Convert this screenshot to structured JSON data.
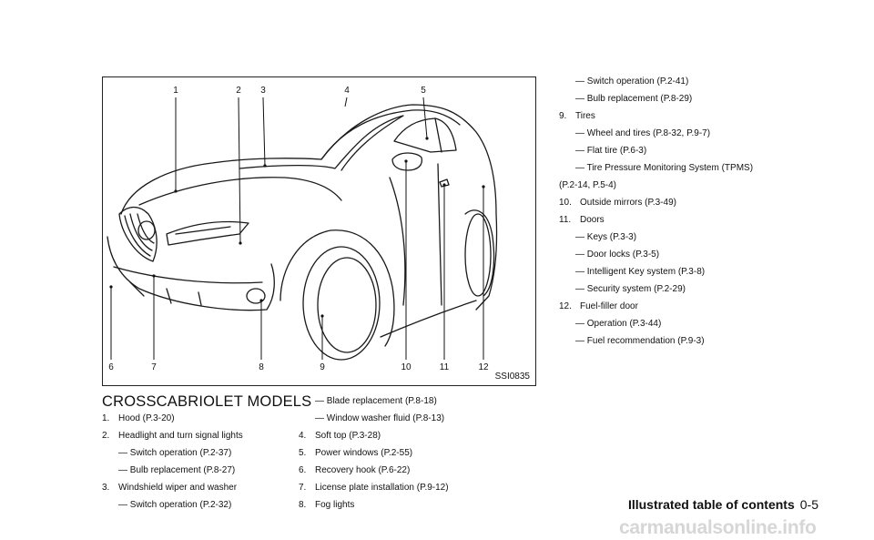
{
  "figure": {
    "code": "SSI0835",
    "callouts_top": [
      "1",
      "2",
      "3",
      "4",
      "5"
    ],
    "callouts_bottom": [
      "6",
      "7",
      "8",
      "9",
      "10",
      "11",
      "12"
    ]
  },
  "section": {
    "title": "CROSSCABRIOLET MODELS"
  },
  "col1": [
    {
      "num": "1.",
      "text": "Hood (P.3-20)"
    },
    {
      "num": "2.",
      "text": "Headlight and turn signal lights"
    },
    {
      "sub": "— Switch operation (P.2-37)"
    },
    {
      "sub": "— Bulb replacement (P.8-27)"
    },
    {
      "num": "3.",
      "text": "Windshield wiper and washer"
    },
    {
      "sub": "— Switch operation (P.2-32)"
    }
  ],
  "col2": [
    {
      "sub": "— Blade replacement (P.8-18)"
    },
    {
      "sub": "— Window washer fluid (P.8-13)"
    },
    {
      "num": "4.",
      "text": "Soft top (P.3-28)"
    },
    {
      "num": "5.",
      "text": "Power windows (P.2-55)"
    },
    {
      "num": "6.",
      "text": "Recovery hook (P.6-22)"
    },
    {
      "num": "7.",
      "text": "License plate installation (P.9-12)"
    },
    {
      "num": "8.",
      "text": "Fog lights"
    }
  ],
  "col3": [
    {
      "sub": "— Switch operation (P.2-41)"
    },
    {
      "sub": "— Bulb replacement (P.8-29)"
    },
    {
      "num": "9.",
      "text": "Tires"
    },
    {
      "sub": "— Wheel and tires (P.8-32, P.9-7)"
    },
    {
      "sub": "— Flat tire (P.6-3)"
    },
    {
      "sub": "— Tire Pressure Monitoring System (TPMS)"
    },
    {
      "cont": "(P.2-14, P.5-4)"
    },
    {
      "num": "10.",
      "text": "Outside mirrors (P.3-49)"
    },
    {
      "num": "11.",
      "text": "Doors"
    },
    {
      "sub": "— Keys (P.3-3)"
    },
    {
      "sub": "— Door locks (P.3-5)"
    },
    {
      "sub": "— Intelligent Key system (P.3-8)"
    },
    {
      "sub": "— Security system (P.2-29)"
    },
    {
      "num": "12.",
      "text": "Fuel-filler door"
    },
    {
      "sub": "— Operation (P.3-44)"
    },
    {
      "sub": "— Fuel recommendation (P.9-3)"
    }
  ],
  "footer": {
    "title": "Illustrated table of contents",
    "page": "0-5"
  },
  "watermark": "carmanualsonline.info"
}
